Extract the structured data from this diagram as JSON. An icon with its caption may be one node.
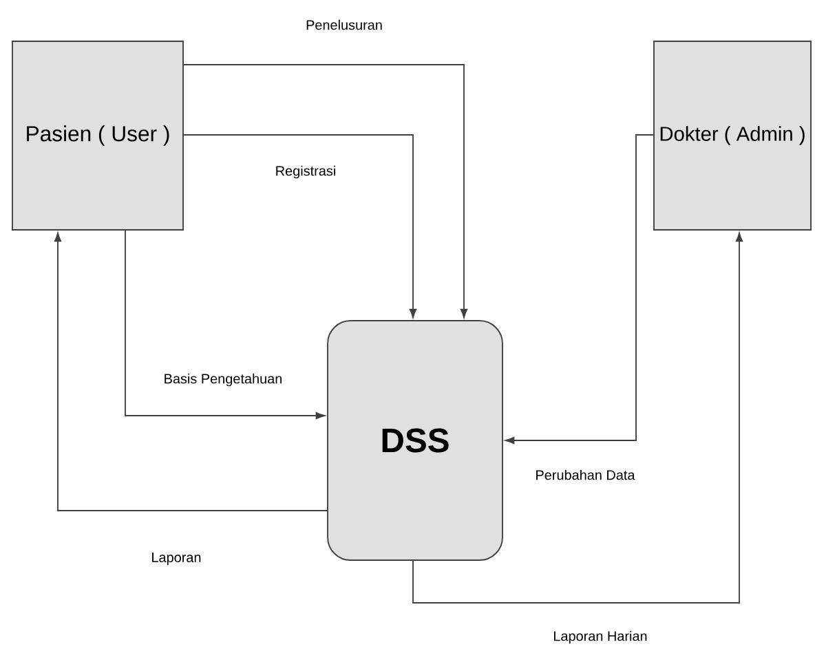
{
  "diagram": {
    "nodes": [
      {
        "text": [
          "Pasien ( User )"
        ]
      },
      {
        "text": [
          "DSS"
        ]
      },
      {
        "text": [
          "Dokter ( Admin )"
        ]
      }
    ],
    "edges": [
      {
        "from": 0,
        "to": 1,
        "arrow": "to",
        "label": "Penelusuran"
      },
      {
        "from": 0,
        "to": 1,
        "arrow": "to",
        "label": "Registrasi"
      },
      {
        "from": 0,
        "to": 1,
        "arrow": "to",
        "label": "Basis Pengetahuan"
      },
      {
        "from": 1,
        "to": 0,
        "arrow": "to",
        "label": "Laporan"
      },
      {
        "from": 2,
        "to": 1,
        "arrow": "to",
        "label": "Perubahan Data"
      },
      {
        "from": 1,
        "to": 2,
        "arrow": "to",
        "label": "Laporan Harian"
      }
    ]
  }
}
